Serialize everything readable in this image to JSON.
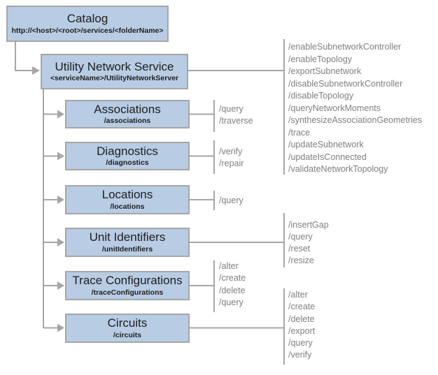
{
  "boxes": {
    "catalog": {
      "title": "Catalog",
      "subtitle": "http://<host>/<root>/services/<folderName>"
    },
    "utility_network_service": {
      "title": "Utility Network Service",
      "subtitle": "<serviceName>/UtilityNetworkServer"
    },
    "associations": {
      "title": "Associations",
      "subtitle": "/associations"
    },
    "diagnostics": {
      "title": "Diagnostics",
      "subtitle": "/diagnostics"
    },
    "locations": {
      "title": "Locations",
      "subtitle": "/locations"
    },
    "unit_identifiers": {
      "title": "Unit Identifiers",
      "subtitle": "/unitIdentifiers"
    },
    "trace_configurations": {
      "title": "Trace Configurations",
      "subtitle": "/traceConfigurations"
    },
    "circuits": {
      "title": "Circuits",
      "subtitle": "/circuits"
    }
  },
  "operations": {
    "utility_network_service": [
      "/enableSubnetworkController",
      "/enableTopology",
      "/exportSubnetwork",
      "/disableSubnetworkController",
      "/disableTopology",
      "/queryNetworkMoments",
      "/synthesizeAssociationGeometries",
      "/trace",
      "/updateSubnetwork",
      "/updateIsConnected",
      "/validateNetworkTopology"
    ],
    "associations": [
      "/query",
      "/traverse"
    ],
    "diagnostics": [
      "/verify",
      "/repair"
    ],
    "locations": [
      "/query"
    ],
    "unit_identifiers": [
      "/insertGap",
      "/query",
      "/reset",
      "/resize"
    ],
    "trace_configurations": [
      "/alter",
      "/create",
      "/delete",
      "/query"
    ],
    "circuits": [
      "/alter",
      "/create",
      "/delete",
      "/export",
      "/query",
      "/verify"
    ]
  },
  "colors": {
    "box_fill": "#b8cce4",
    "box_border": "#a6a6a6",
    "connector": "#a6a6a6",
    "operation_text": "#808080",
    "box_text": "#202020",
    "background": "#ffffff"
  }
}
